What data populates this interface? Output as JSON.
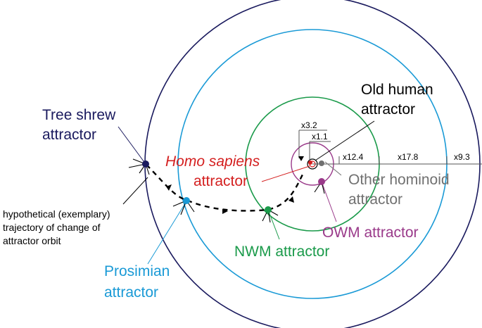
{
  "labels": {
    "tree_shrew_1": "Tree shrew",
    "tree_shrew_2": "attractor",
    "old_human_1": "Old human",
    "old_human_2": "attractor",
    "homo_sapiens_1": "Homo sapiens",
    "homo_sapiens_2": "attractor",
    "other_hominoid_1": "Other hominoid",
    "other_hominoid_2": "attractor",
    "owm": "OWM attractor",
    "nwm": "NWM attractor",
    "prosimian_1": "Prosimian",
    "prosimian_2": "attractor",
    "trajectory_1": "hypothetical (exemplary)",
    "trajectory_2": "trajectory of change of",
    "trajectory_3": "attractor orbit"
  },
  "scale_labels": {
    "x3_2": "x3.2",
    "x1_1": "x1.1",
    "x12_4": "x12.4",
    "x17_8": "x17.8",
    "x9_3": "x9.3"
  },
  "colors": {
    "tree_shrew": "#1a1a5e",
    "prosimian": "#1a9ad6",
    "nwm": "#1a9a4a",
    "owm": "#9a3a8a",
    "homo_sapiens": "#d42020",
    "other_hominoid": "#707070",
    "old_human": "#000000"
  }
}
